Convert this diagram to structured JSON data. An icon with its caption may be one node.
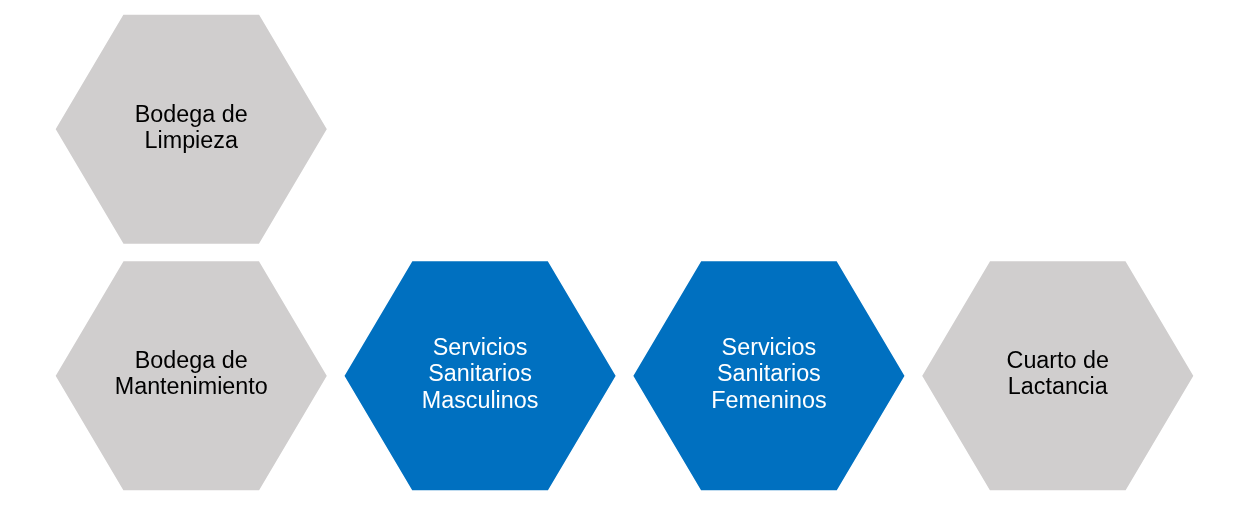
{
  "diagram": {
    "nodes": [
      {
        "text": [
          "Bodega de Mantenimiento"
        ]
      },
      {
        "text": [
          "Bodega de Limpieza"
        ]
      },
      {
        "text": [
          "Servicios Sanitarios Masculinos"
        ]
      },
      {
        "text": [
          "Servicios Sanitarios Femeninos"
        ]
      },
      {
        "text": [
          "Cuarto de Lactancia"
        ]
      }
    ]
  }
}
